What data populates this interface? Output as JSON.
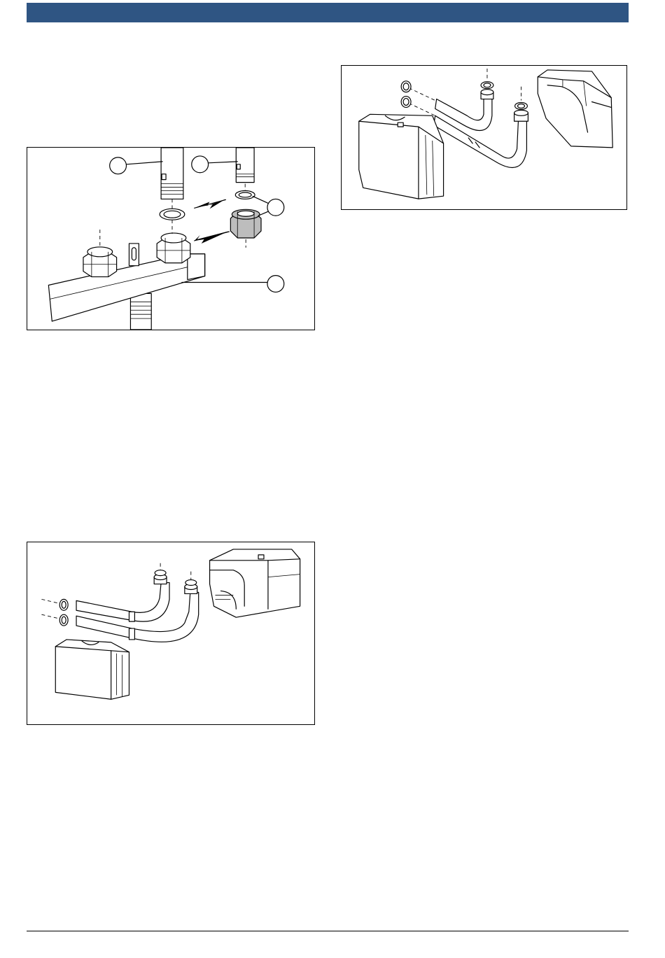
{
  "page": {
    "header_color": "#2f5583",
    "figures": [
      {
        "id": "manifold-connection",
        "callouts": 4
      },
      {
        "id": "pipe-insulation-left",
        "callouts": 0
      },
      {
        "id": "pipe-insulation-right",
        "callouts": 0
      }
    ]
  }
}
